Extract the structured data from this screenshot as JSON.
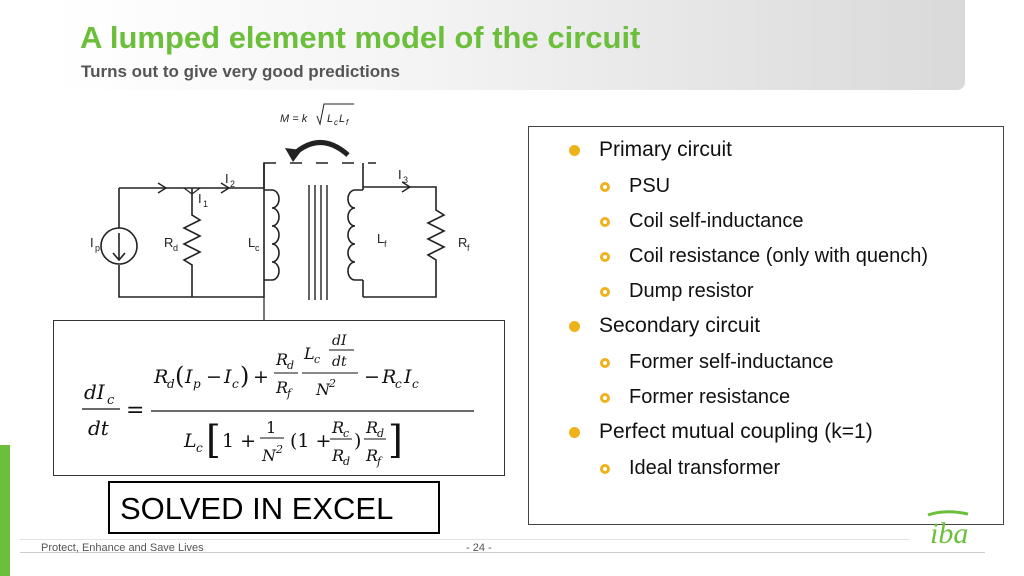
{
  "slide": {
    "title": "A lumped element model of the circuit",
    "subtitle": "Turns out to give very good predictions"
  },
  "colors": {
    "accent_green": "#6cbf3a",
    "bullet_orange": "#f0b21a"
  },
  "circuit": {
    "mutual_formula_lhs": "M = k",
    "mutual_formula_rad": "L",
    "labels": {
      "I2": "I",
      "I2_sub": "2",
      "I3": "I",
      "I3_sub": "3",
      "I1": "I",
      "I1_sub": "1",
      "Ip": "I",
      "Ip_sub": "p",
      "Rd": "R",
      "Rd_sub": "d",
      "Lc": "L",
      "Lc_sub": "c",
      "Lf": "L",
      "Lf_sub": "f",
      "Rf": "R",
      "Rf_sub": "f"
    }
  },
  "equation": {
    "lhs_num": "dI",
    "lhs_num_sub": "c",
    "lhs_den": "dt"
  },
  "solved_label": "SOLVED IN EXCEL",
  "bullets": [
    {
      "level": 1,
      "text": "Primary circuit"
    },
    {
      "level": 2,
      "text": "PSU"
    },
    {
      "level": 2,
      "text": "Coil self-inductance"
    },
    {
      "level": 2,
      "text": "Coil resistance (only with quench)"
    },
    {
      "level": 2,
      "text": "Dump resistor"
    },
    {
      "level": 1,
      "text": "Secondary circuit"
    },
    {
      "level": 2,
      "text": "Former self-inductance"
    },
    {
      "level": 2,
      "text": "Former resistance"
    },
    {
      "level": 1,
      "text": "Perfect mutual coupling (k=1)"
    },
    {
      "level": 2,
      "text": "Ideal transformer"
    }
  ],
  "footer": {
    "tagline": "Protect, Enhance and Save Lives",
    "page": "- 24 -",
    "logo_text": "iba"
  }
}
